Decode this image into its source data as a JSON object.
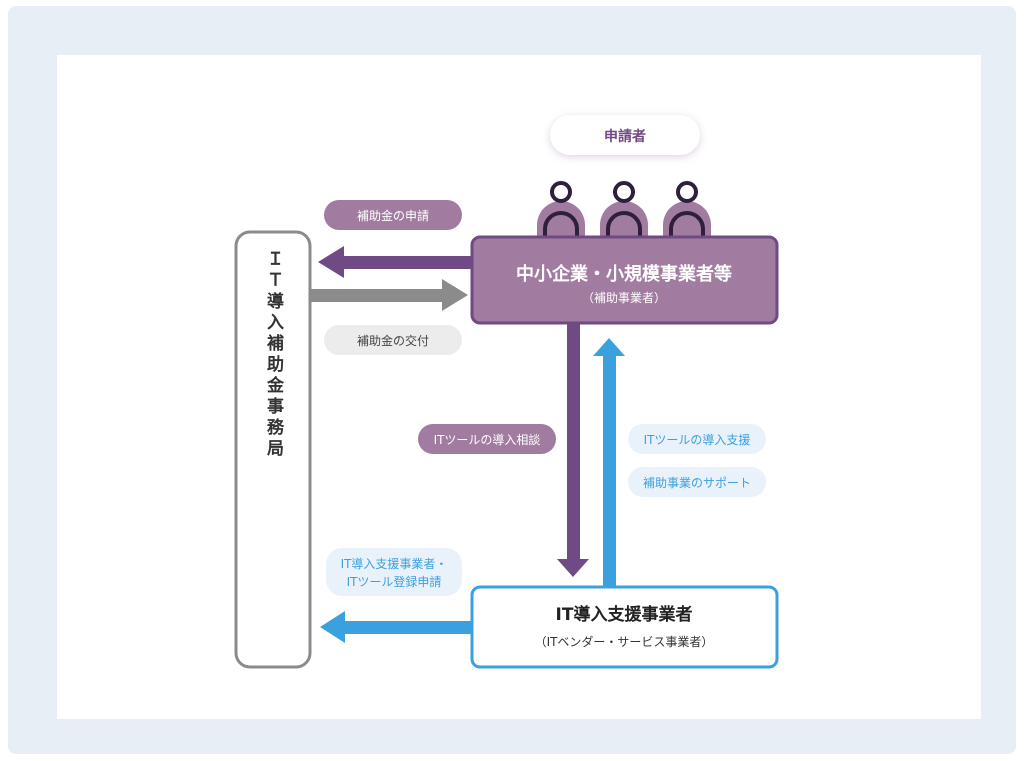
{
  "diagram": {
    "applicant_label": "申請者",
    "sme_title": "中小企業・小規模事業者等",
    "sme_sub": "（補助事業者）",
    "office_title": "ＩＴ導入補助金事務局",
    "vendor_title": "IT導入支援事業者",
    "vendor_sub": "（ITベンダー・サービス事業者）",
    "pill_apply": "補助金の申請",
    "pill_grant": "補助金の交付",
    "pill_consult": "ITツールの導入相談",
    "pill_support": "ITツールの導入支援",
    "pill_business_support": "補助事業のサポート",
    "pill_register_line1": "IT導入支援事業者・",
    "pill_register_line2": "ITツール登録申請"
  },
  "colors": {
    "purple": "#704a84",
    "purple_fill": "#a27ba0",
    "blue": "#3ba1de",
    "blue_pill_bg": "#e9f2fb",
    "gray": "#8b8b8b",
    "gray_pill_bg": "#ececec",
    "frame_bg": "#e8eef6"
  }
}
